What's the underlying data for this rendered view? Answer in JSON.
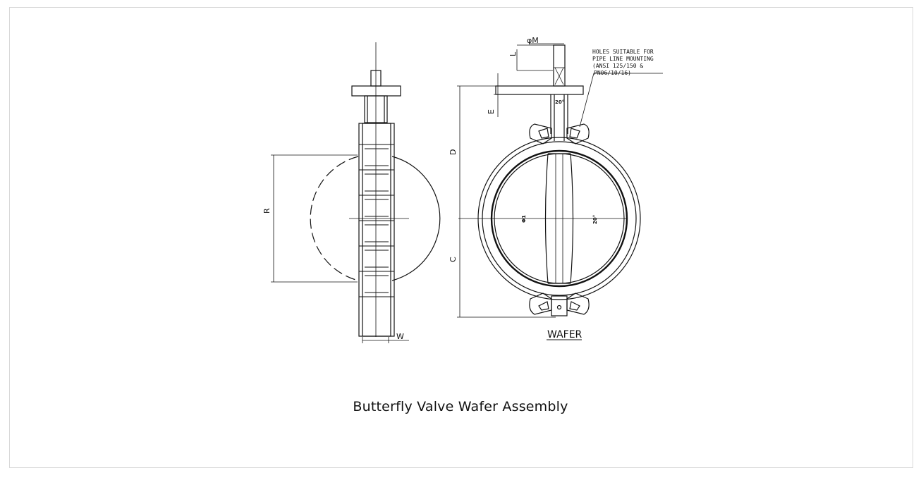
{
  "caption": "Butterfly Valve Wafer Assembly",
  "labels": {
    "phi_m": "φM",
    "L": "L",
    "E": "E",
    "D": "D",
    "C": "C",
    "R": "R",
    "W": "W",
    "angle_top": "20°",
    "angle_mid": "20°",
    "center_mark": "Φ1",
    "view_title": "WAFER",
    "note_line1": "HOLES SUITABLE FOR",
    "note_line2": "PIPE LINE MOUNTING",
    "note_line3": "(ANSI 125/150 &",
    "note_line4": "PN06/10/16)"
  }
}
